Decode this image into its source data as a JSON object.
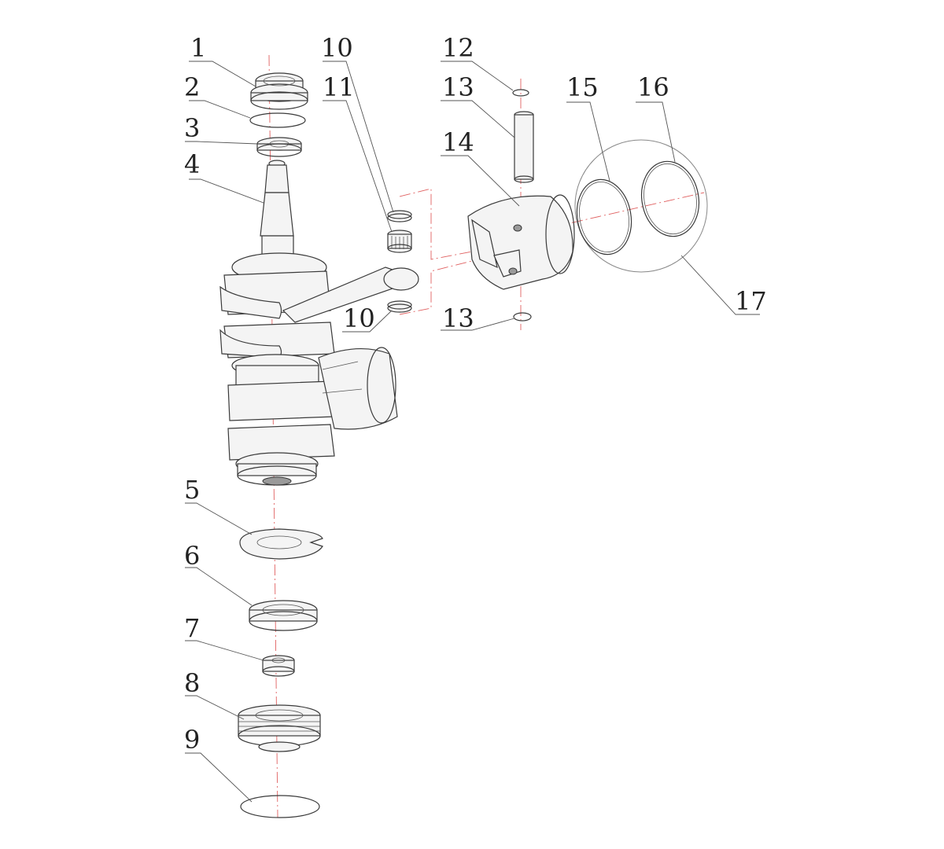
{
  "diagram": {
    "callouts": [
      {
        "id": "c1",
        "text": "1"
      },
      {
        "id": "c2",
        "text": "2"
      },
      {
        "id": "c3",
        "text": "3"
      },
      {
        "id": "c4",
        "text": "4"
      },
      {
        "id": "c5",
        "text": "5"
      },
      {
        "id": "c6",
        "text": "6"
      },
      {
        "id": "c7",
        "text": "7"
      },
      {
        "id": "c8",
        "text": "8"
      },
      {
        "id": "c9",
        "text": "9"
      },
      {
        "id": "c10a",
        "text": "10"
      },
      {
        "id": "c10b",
        "text": "10"
      },
      {
        "id": "c11",
        "text": "11"
      },
      {
        "id": "c12",
        "text": "12"
      },
      {
        "id": "c13a",
        "text": "13"
      },
      {
        "id": "c13b",
        "text": "13"
      },
      {
        "id": "c14",
        "text": "14"
      },
      {
        "id": "c15",
        "text": "15"
      },
      {
        "id": "c16",
        "text": "16"
      },
      {
        "id": "c17",
        "text": "17"
      }
    ],
    "colors": {
      "line": "#3a3a3a",
      "center_line": "#e06060",
      "background": "#ffffff"
    }
  }
}
